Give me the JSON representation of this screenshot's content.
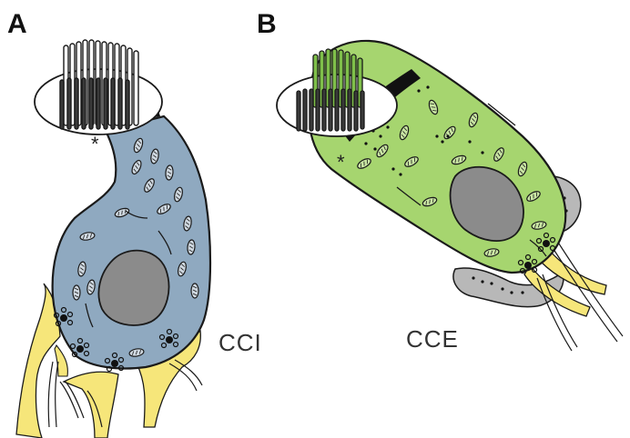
{
  "panels": {
    "a": {
      "letter": "A",
      "label": "CCI",
      "marker": "*"
    },
    "b": {
      "letter": "B",
      "label": "CCE",
      "marker": "*"
    }
  },
  "colors": {
    "inner_cell_fill": "#8fa9c0",
    "outer_cell_fill": "#a6d56f",
    "nucleus_fill": "#8b8b8b",
    "nerve_fill": "#f6e67a",
    "support_fill": "#b8b8b8",
    "outline": "#1a1a1a"
  }
}
